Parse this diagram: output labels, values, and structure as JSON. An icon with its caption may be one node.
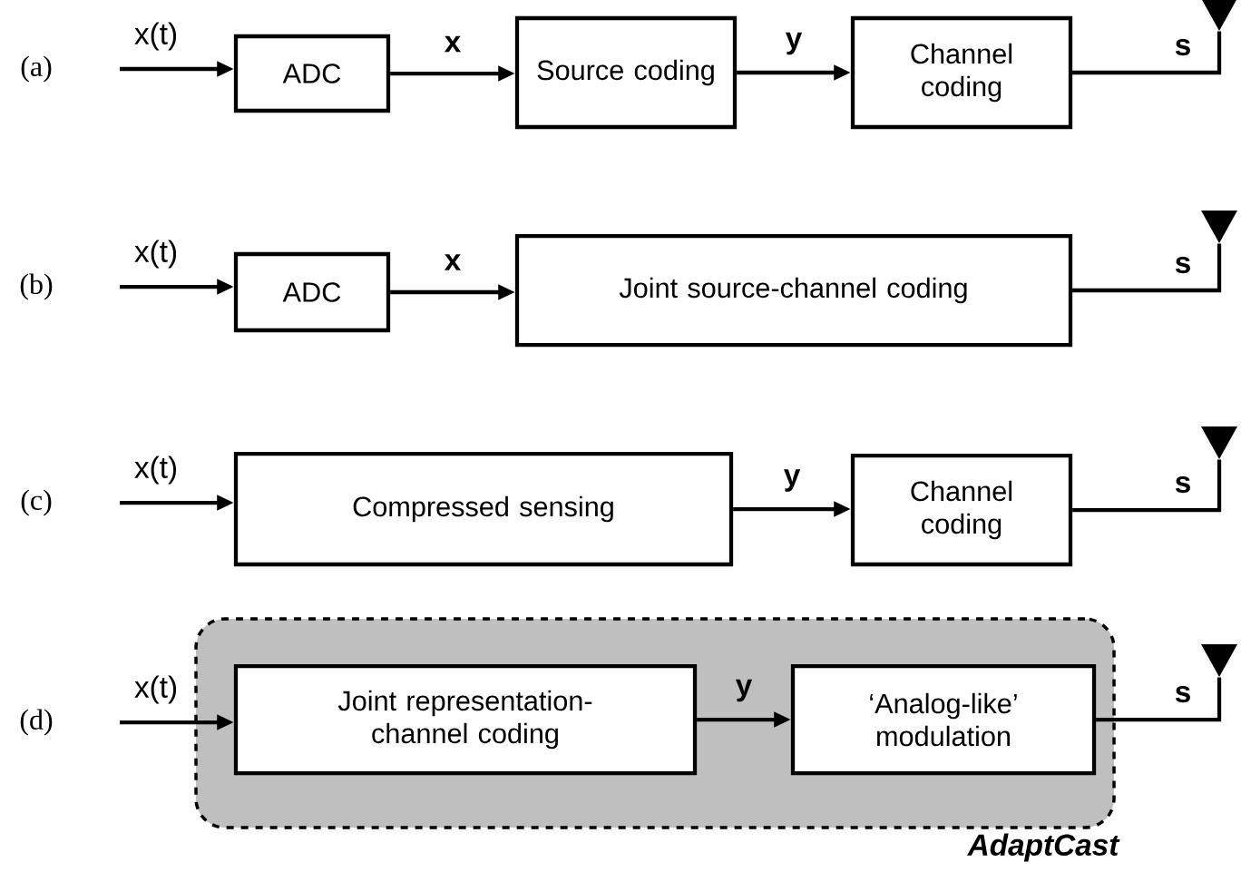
{
  "diagram": {
    "nodes": [
      {
        "text": [
          "ADC"
        ]
      },
      {
        "text": [
          "Source coding"
        ]
      },
      {
        "text": [
          "Channel coding"
        ]
      },
      {
        "text": [],
        "shape": "antenna"
      },
      {
        "text": [
          "ADC"
        ]
      },
      {
        "text": [
          "Joint source-channel coding"
        ]
      },
      {
        "text": [],
        "shape": "antenna"
      },
      {
        "text": [
          "Compressed sensing"
        ]
      },
      {
        "text": [
          "Channel coding"
        ]
      },
      {
        "text": [],
        "shape": "antenna"
      },
      {
        "text": [
          "AdaptCast"
        ]
      },
      {
        "text": [
          "Joint representation-channel coding"
        ],
        "in": 10
      },
      {
        "text": [
          "‘Analog-like’ modulation"
        ],
        "in": 10
      },
      {
        "text": [],
        "shape": "antenna"
      }
    ],
    "edges": [
      {
        "from": null,
        "to": 0,
        "arrow": "to",
        "label": "x(t)"
      },
      {
        "from": 0,
        "to": 1,
        "arrow": "to",
        "label": "x"
      },
      {
        "from": 1,
        "to": 2,
        "arrow": "to",
        "label": "y"
      },
      {
        "from": 2,
        "to": 3,
        "arrow": "none",
        "label": "s"
      },
      {
        "from": null,
        "to": 4,
        "arrow": "to",
        "label": "x(t)"
      },
      {
        "from": 4,
        "to": 5,
        "arrow": "to",
        "label": "x"
      },
      {
        "from": 5,
        "to": 6,
        "arrow": "none",
        "label": "s"
      },
      {
        "from": null,
        "to": 7,
        "arrow": "to",
        "label": "x(t)"
      },
      {
        "from": 7,
        "to": 8,
        "arrow": "to",
        "label": "y"
      },
      {
        "from": 8,
        "to": 9,
        "arrow": "none",
        "label": "s"
      },
      {
        "from": null,
        "to": 11,
        "arrow": "to",
        "label": "x(t)"
      },
      {
        "from": 11,
        "to": 12,
        "arrow": "to",
        "label": "y"
      },
      {
        "from": 12,
        "to": 13,
        "arrow": "none",
        "label": "s"
      }
    ],
    "labels": [
      "(a)",
      "(b)",
      "(c)",
      "(d)"
    ]
  }
}
